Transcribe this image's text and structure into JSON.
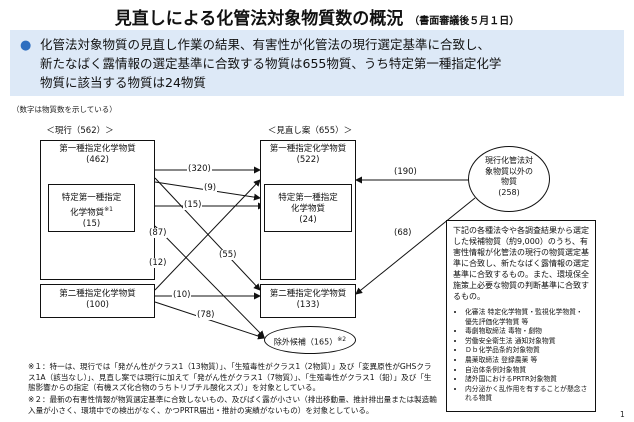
{
  "title": {
    "main": "見直しによる化管法対象物質数の概況",
    "sub": "（書面審議後５月１日）"
  },
  "summary": {
    "line1": "化管法対象物質の見直し作業の結果、有害性が化管法の現行選定基準に合致し、",
    "line2": "新たなばく露情報の選定基準に合致する物質は655物質、うち特定第一種指定化学",
    "line3": "物質に該当する物質は24物質"
  },
  "unit_note": "（数字は物質数を示している）",
  "current": {
    "header": "＜現行（562）＞",
    "class1_label": "第一種指定化学物質",
    "class1_count": "(462)",
    "special_line1": "特定第一種指定",
    "special_line2": "化学物質",
    "special_mark": "※1",
    "special_count": "(15)",
    "class2_label": "第二種指定化学物質",
    "class2_count": "(100)"
  },
  "revised": {
    "header": "＜見直し案（655）＞",
    "class1_label": "第一種指定化学物質",
    "class1_count": "(522)",
    "special_line1": "特定第一種指定",
    "special_line2": "化学物質",
    "special_count": "(24)",
    "class2_label": "第二種指定化学物質",
    "class2_count": "(133)",
    "excluded_label": "除外候補（165）",
    "excluded_mark": "※2"
  },
  "other": {
    "line1": "現行化管法対",
    "line2": "象物質以外の",
    "line3": "物質",
    "count": "(258)"
  },
  "flows": {
    "c1_to_r1": "(320)",
    "c1_to_r2": "(9)",
    "sp_to_rsp": "(15)",
    "c1_to_rc2": "(87)",
    "c1_to_ex": "(55)",
    "c2_to_r1": "(12)",
    "c2_to_r2": "(10)",
    "c2_to_ex": "(78)",
    "o_to_r1": "(190)",
    "o_to_r2": "(68)"
  },
  "callout": {
    "intro": "下記の各種法令や各調査結果から選定した候補物質（約9,000）のうち、有害性情報が化管法の現行の物質選定基準に合致し、新たなばく露情報の選定基準に合致するもの。また、環境保全施策上必要な物質の判断基準に合致するもの。",
    "items": [
      "化審法 特定化学物質・監視化学物質・優先評価化学物質 等",
      "毒劇物取締法 毒物・劇物",
      "労働安全衛生法 通知対象物質",
      "Ｄｂ化学品条約対象物質",
      "農薬取締法 登録農薬 等",
      "自治体条例対象物質",
      "諸外国におけるPRTR対象物質",
      "内分泌かく乱作用を有することが懸念される物質"
    ]
  },
  "footnotes": {
    "n1": "※１：特一は、現行では「発がん性がクラス1（13物質）」、「生殖毒性がクラス1（2物質）」及び「変異原性がGHSクラス1A（該当なし）」、見直し案では現行に加えて「発がん性がクラス1（7物質）」、「生殖毒性がクラス1（鉛）」及び「生態影響からの指定（有機スズ化合物のうちトリブチル酸化スズ）」を対象としている。",
    "n2": "※２：最新の有害性情報が物質選定基準に合致しないもの、及びばく露が小さい（排出移動量、推計排出量または製造輸入量が小さく、環境中での検出がなく、かつPRTR届出・推計の実績がないもの）を対象としている。"
  },
  "page_number": "1"
}
